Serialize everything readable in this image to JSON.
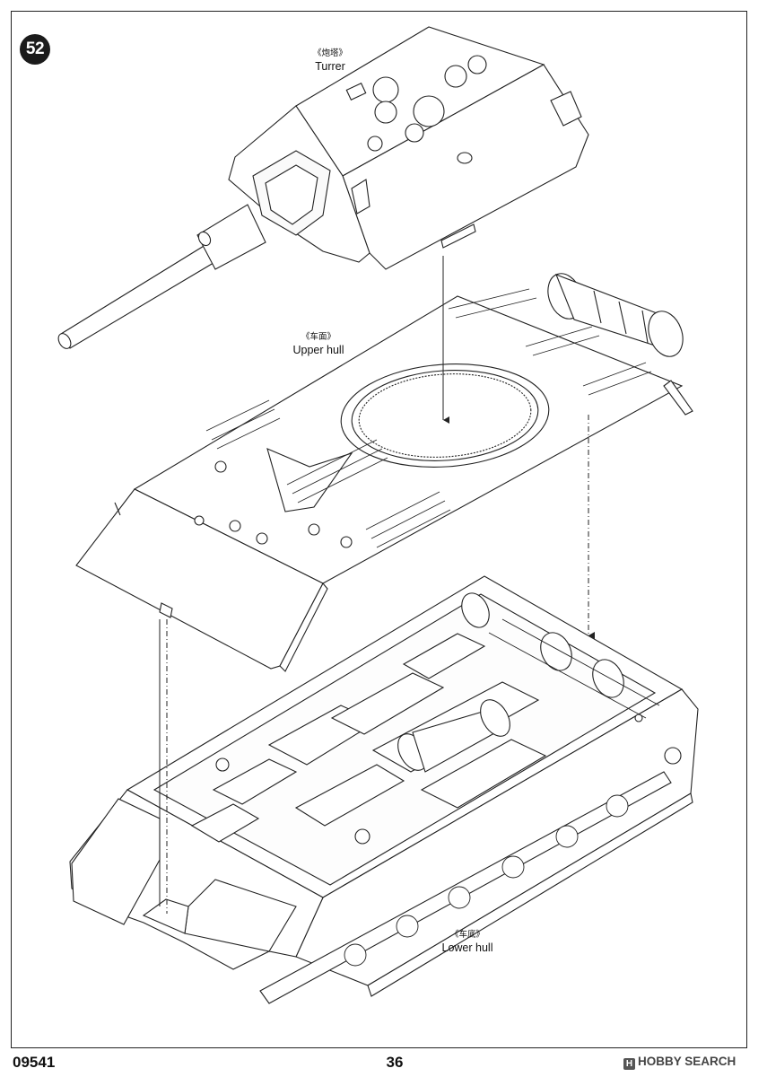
{
  "step": "52",
  "labels": {
    "turret": {
      "cn": "《炮塔》",
      "en": "Turrer"
    },
    "upper_hull": {
      "cn": "《车面》",
      "en": "Upper hull"
    },
    "lower_hull": {
      "cn": "《车底》",
      "en": "Lower hull"
    }
  },
  "footer": {
    "code": "09541",
    "page": "36",
    "watermark": "HOBBY SEARCH",
    "watermark_mark": "H"
  }
}
